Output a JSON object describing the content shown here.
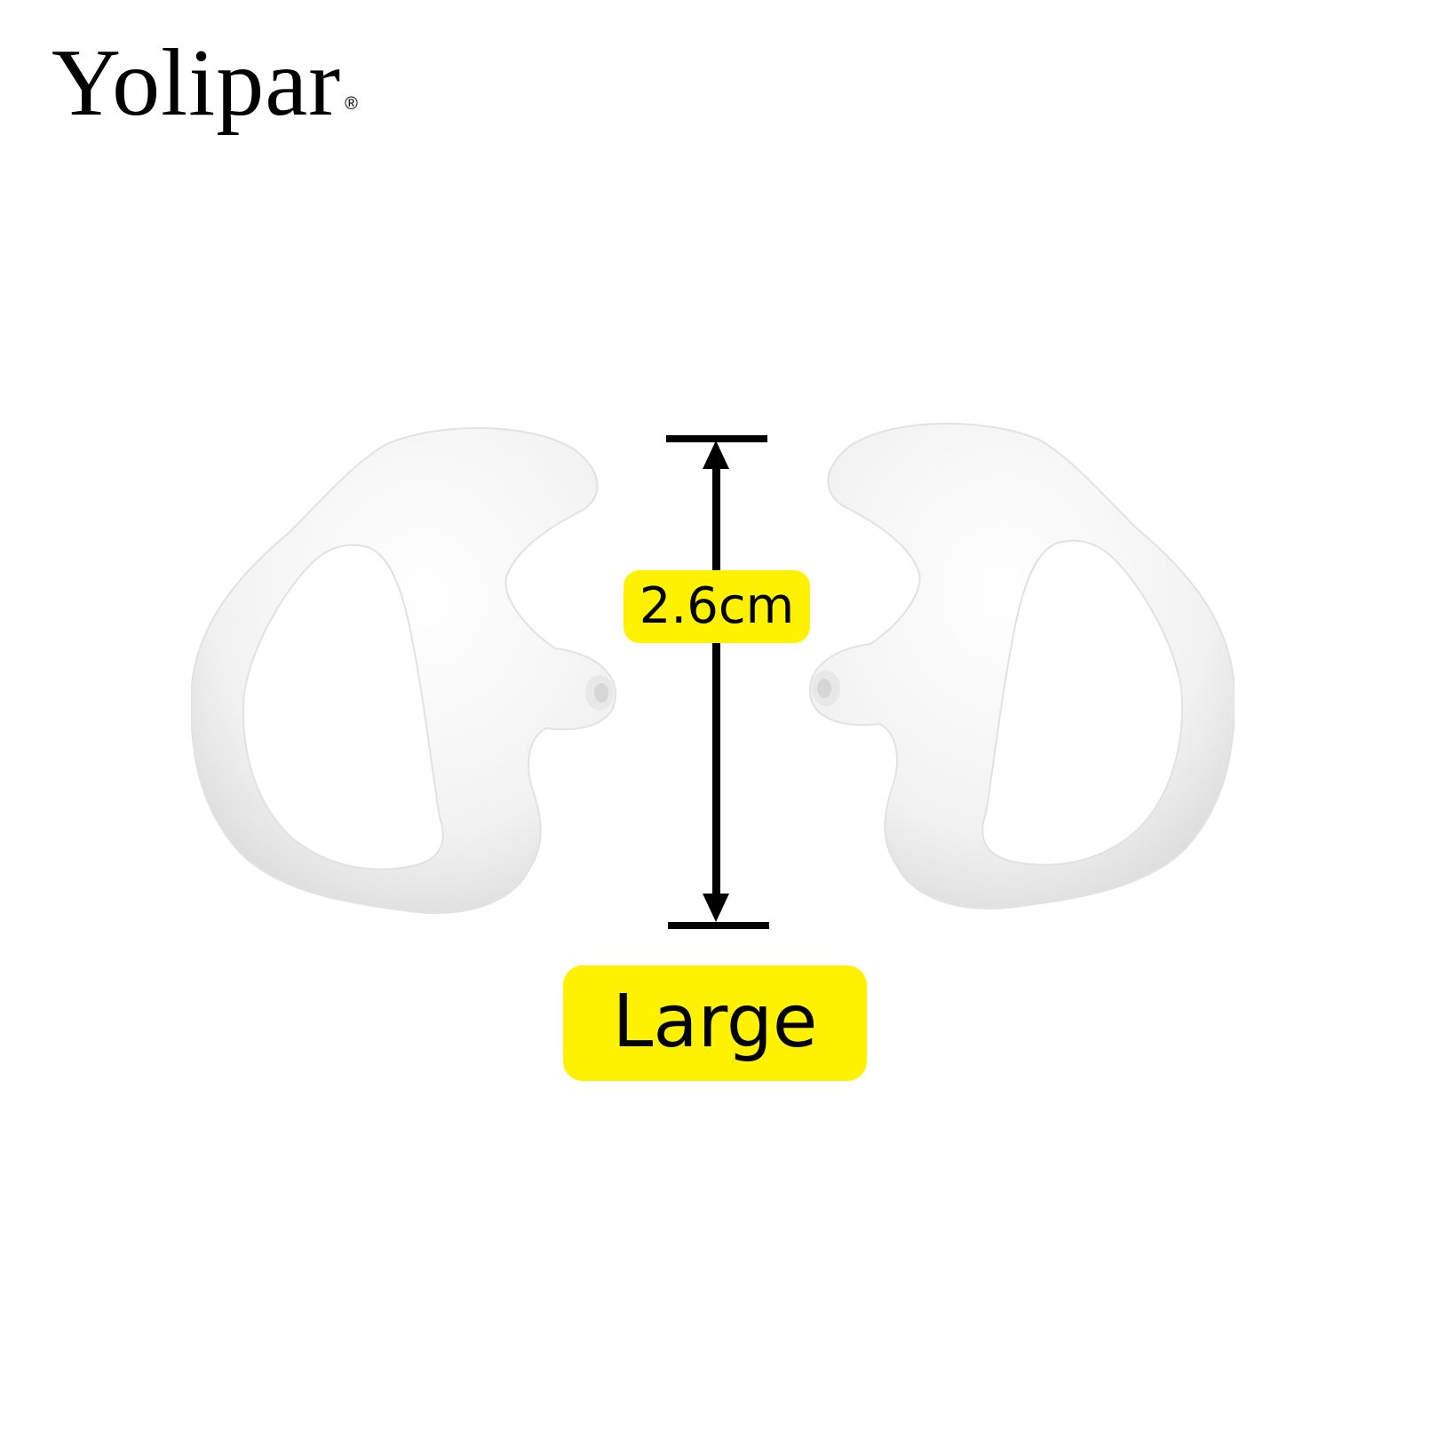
{
  "brand": {
    "name": "Yolipar",
    "registered_mark": "®"
  },
  "product": {
    "type": "earmold pair",
    "color": "#ffffff",
    "items": [
      {
        "side": "left",
        "label": "left-earmold"
      },
      {
        "side": "right",
        "label": "right-earmold"
      }
    ]
  },
  "dimension": {
    "value": "2.6cm",
    "size_label": "Large",
    "highlight_color": "#fff200",
    "line_color": "#000000"
  }
}
